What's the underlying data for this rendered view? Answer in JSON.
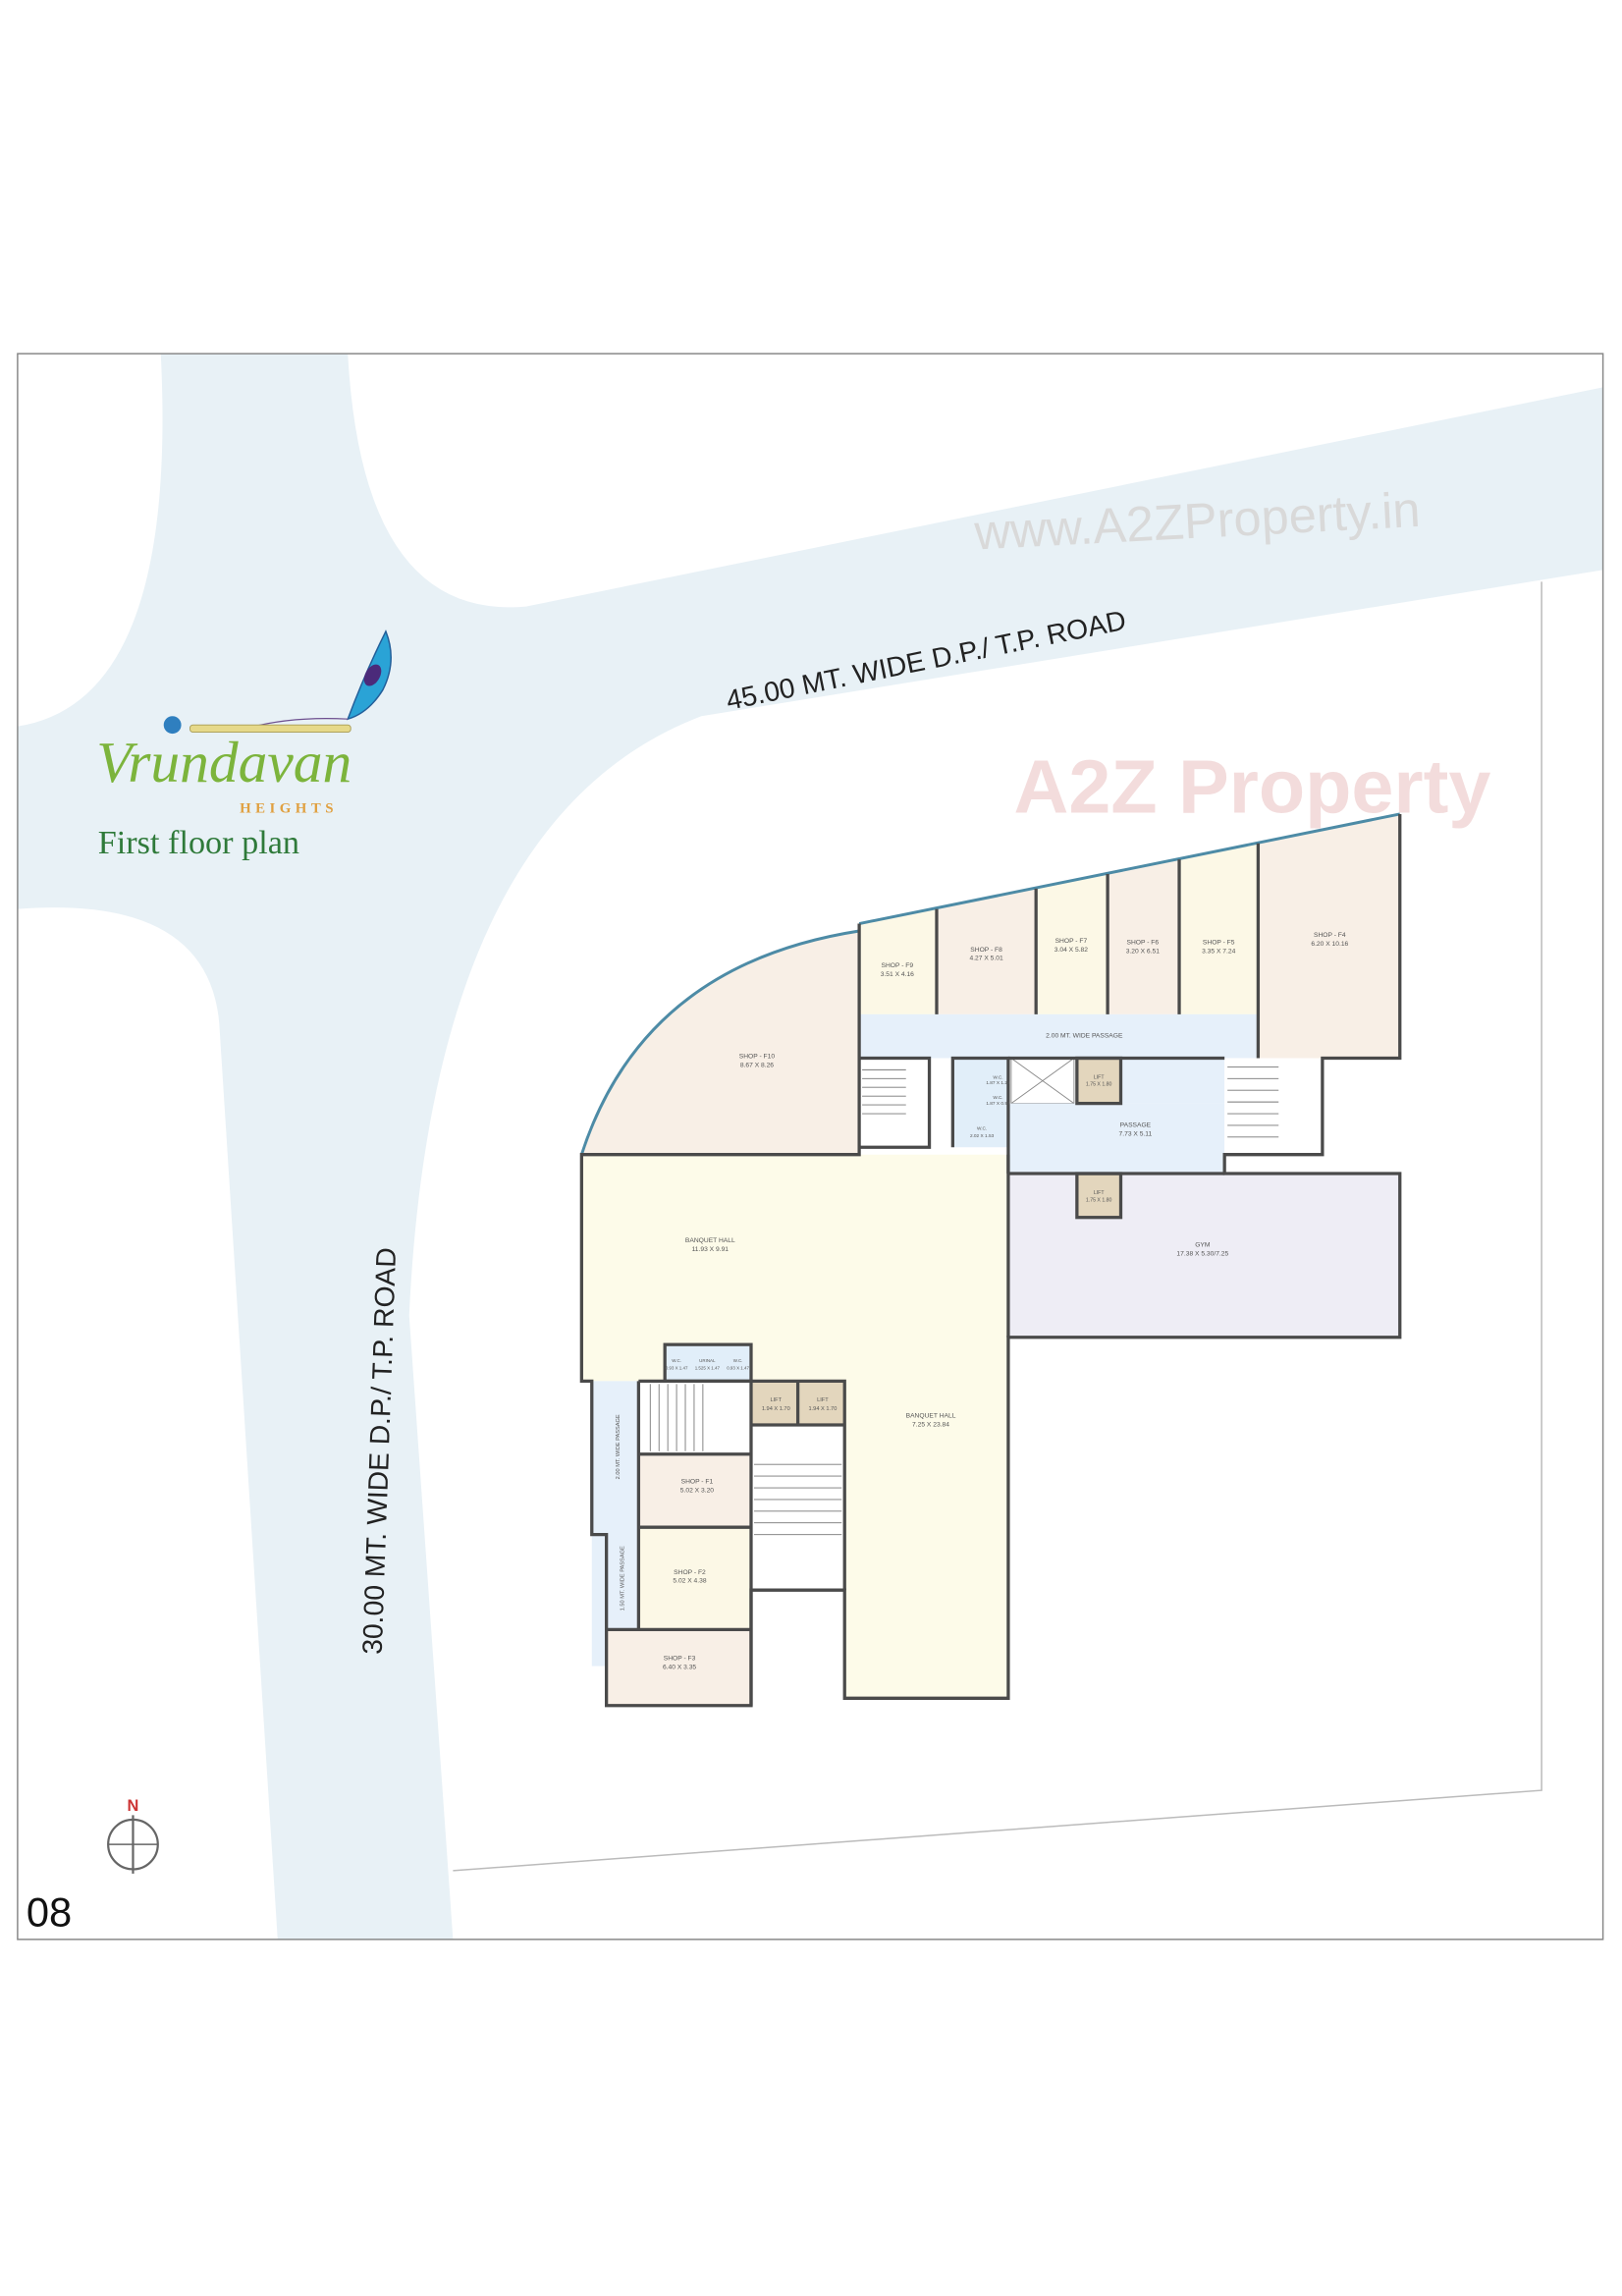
{
  "brand": {
    "logo_name": "Vrundavan",
    "logo_sub": "HEIGHTS",
    "plan_title": "First floor plan"
  },
  "page_number": "08",
  "compass": {
    "north_label": "N"
  },
  "roads": {
    "top": "45.00 MT. WIDE D.P./ T.P. ROAD",
    "left": "30.00 MT. WIDE D.P./ T.P. ROAD"
  },
  "watermark": {
    "url": "www.A2ZProperty.in",
    "brand": "A2Z Property"
  },
  "colors": {
    "road": "#e8f1f6",
    "shop": "#f8efe6",
    "shop_alt": "#fcf8e6",
    "banquet": "#fdfbe9",
    "passage": "#e6f0fa",
    "gym": "#eeedf5",
    "lift": "#e3d6bd",
    "logo_green": "#7cb43c",
    "logo_orange": "#e0a040",
    "title_green": "#2f7a3a"
  },
  "rooms": {
    "f10": {
      "name": "SHOP - F10",
      "dims": "8.67 X 8.26"
    },
    "f9": {
      "name": "SHOP - F9",
      "dims": "3.51 X 4.16"
    },
    "f8": {
      "name": "SHOP - F8",
      "dims": "4.27 X 5.01"
    },
    "f7": {
      "name": "SHOP - F7",
      "dims": "3.04 X 5.82"
    },
    "f6": {
      "name": "SHOP - F6",
      "dims": "3.20 X 6.51"
    },
    "f5": {
      "name": "SHOP - F5",
      "dims": "3.35 X 7.24"
    },
    "f4": {
      "name": "SHOP - F4",
      "dims": "6.20 X 10.16"
    },
    "passage_top": {
      "name": "2.00 MT. WIDE PASSAGE"
    },
    "wc1": {
      "name": "W.C.",
      "dims": "1.87 X 1.29"
    },
    "wc2": {
      "name": "W.C.",
      "dims": "1.87 X 0.95"
    },
    "wc3": {
      "name": "W.C.",
      "dims": "2.02 X 1.53"
    },
    "lift_top": {
      "name": "LIFT",
      "dims": "1.75 X 1.80"
    },
    "passage_mid": {
      "name": "PASSAGE",
      "dims": "7.73 X 5.11"
    },
    "lift_gym": {
      "name": "LIFT",
      "dims": "1.75 X 1.80"
    },
    "gym": {
      "name": "GYM",
      "dims": "17.38 X 5.30/7.25"
    },
    "banquet1": {
      "name": "BANQUET HALL",
      "dims": "11.93 X 9.91"
    },
    "banquet2": {
      "name": "BANQUET HALL",
      "dims": "7.25 X 23.84"
    },
    "wc4": {
      "name": "W.C.",
      "dims": "0.93 X 1.47"
    },
    "urinal": {
      "name": "URINAL",
      "dims": "1.525 X 1.47"
    },
    "wc5": {
      "name": "W.C.",
      "dims": "0.93 X 1.47"
    },
    "lift_a": {
      "name": "LIFT",
      "dims": "1.94 X 1.70"
    },
    "lift_b": {
      "name": "LIFT",
      "dims": "1.94 X 1.70"
    },
    "passage_left1": {
      "name": "2.00 MT. WIDE PASSAGE"
    },
    "passage_left2": {
      "name": "1.50 MT. WIDE PASSAGE"
    },
    "f1": {
      "name": "SHOP - F1",
      "dims": "5.02 X 3.20"
    },
    "f2": {
      "name": "SHOP - F2",
      "dims": "5.02 X 4.38"
    },
    "f3": {
      "name": "SHOP - F3",
      "dims": "6.40 X 3.35"
    }
  }
}
